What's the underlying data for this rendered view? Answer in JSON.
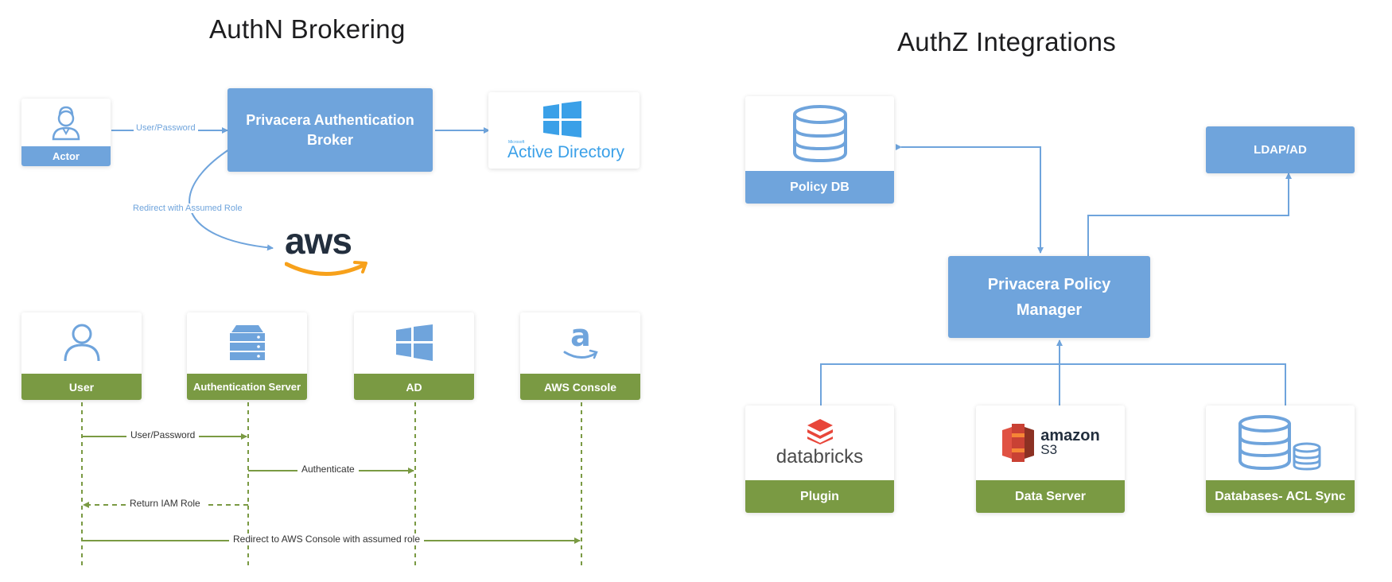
{
  "colors": {
    "blue": "#6fa4dc",
    "green": "#7a9a43",
    "aws_dark": "#232f3e",
    "aws_orange": "#f7a11b",
    "s3_red": "#e05243"
  },
  "left": {
    "title": "AuthN Brokering",
    "top": {
      "actor_label": "Actor",
      "broker_label": "Privacera Authentication Broker",
      "edge_user_password": "User/Password",
      "edge_redirect": "Redirect with Assumed Role",
      "ad_logo_small": "Microsoft",
      "ad_logo_text": "Active Directory",
      "aws_logo_text": "aws"
    },
    "sequence": {
      "participants": [
        {
          "label": "User",
          "icon": "user-icon"
        },
        {
          "label": "Authentication Server",
          "icon": "server-icon"
        },
        {
          "label": "AD",
          "icon": "windows-icon"
        },
        {
          "label": "AWS Console",
          "icon": "amazon-icon"
        }
      ],
      "messages": [
        {
          "from": "User",
          "to": "Authentication Server",
          "label": "User/Password",
          "style": "solid"
        },
        {
          "from": "Authentication Server",
          "to": "AD",
          "label": "Authenticate",
          "style": "solid"
        },
        {
          "from": "Authentication Server",
          "to": "User",
          "label": "Return IAM Role",
          "style": "dashed"
        },
        {
          "from": "User",
          "to": "AWS Console",
          "label": "Redirect to AWS Console with assumed role",
          "style": "solid"
        }
      ]
    }
  },
  "right": {
    "title": "AuthZ Integrations",
    "policy_db_label": "Policy DB",
    "ldap_label": "LDAP/AD",
    "policy_manager_label": "Privacera Policy Manager",
    "components": [
      {
        "label": "Plugin",
        "logo_text": "databricks",
        "icon": "databricks-icon"
      },
      {
        "label": "Data Server",
        "logo_text": "amazon",
        "logo_subtext": "S3",
        "icon": "amazon-s3-icon"
      },
      {
        "label": "Databases- ACL Sync",
        "icon": "databases-icon"
      }
    ]
  }
}
